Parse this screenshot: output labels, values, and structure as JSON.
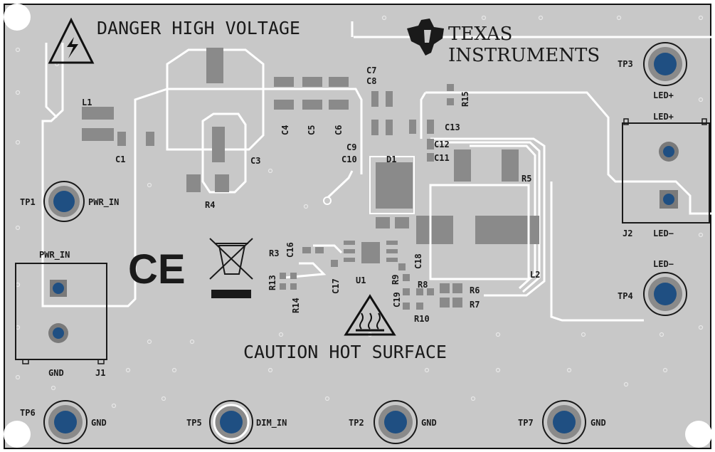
{
  "board": {
    "warning_text": "DANGER HIGH VOLTAGE",
    "caution_text": "CAUTION HOT SURFACE",
    "brand_line1": "TEXAS",
    "brand_line2": "INSTRUMENTS",
    "colors": {
      "board": "#c8c8c8",
      "trace": "#ffffff",
      "pad": "#8a8a8a",
      "testpoint": "#1f4f82",
      "silk": "#1a1a1a"
    }
  },
  "testpoints": {
    "tp1": {
      "id": "TP1",
      "net": "PWR_IN"
    },
    "tp3": {
      "id": "TP3",
      "net": "LED+"
    },
    "tp4": {
      "id": "TP4",
      "net": "LED−"
    },
    "tp6": {
      "id": "TP6",
      "net": "GND"
    },
    "tp5": {
      "id": "TP5",
      "net": "DIM_IN"
    },
    "tp2": {
      "id": "TP2",
      "net": "GND"
    },
    "tp7": {
      "id": "TP7",
      "net": "GND"
    }
  },
  "connectors": {
    "j1": {
      "id": "J1",
      "pin1": "PWR_IN",
      "pin2": "GND"
    },
    "j2": {
      "id": "J2",
      "pin1": "LED+",
      "pin2": "LED−"
    }
  },
  "components": {
    "l1": "L1",
    "l2": "L2",
    "c1": "C1",
    "c3": "C3",
    "c4": "C4",
    "c5": "C5",
    "c6": "C6",
    "c7": "C7",
    "c8": "C8",
    "c9": "C9",
    "c10": "C10",
    "c11": "C11",
    "c12": "C12",
    "c13": "C13",
    "c16": "C16",
    "c17": "C17",
    "c18": "C18",
    "c19": "C19",
    "d1": "D1",
    "u1": "U1",
    "r3": "R3",
    "r4": "R4",
    "r5": "R5",
    "r6": "R6",
    "r7": "R7",
    "r8": "R8",
    "r9": "R9",
    "r10": "R10",
    "r13": "R13",
    "r14": "R14",
    "r15": "R15"
  }
}
